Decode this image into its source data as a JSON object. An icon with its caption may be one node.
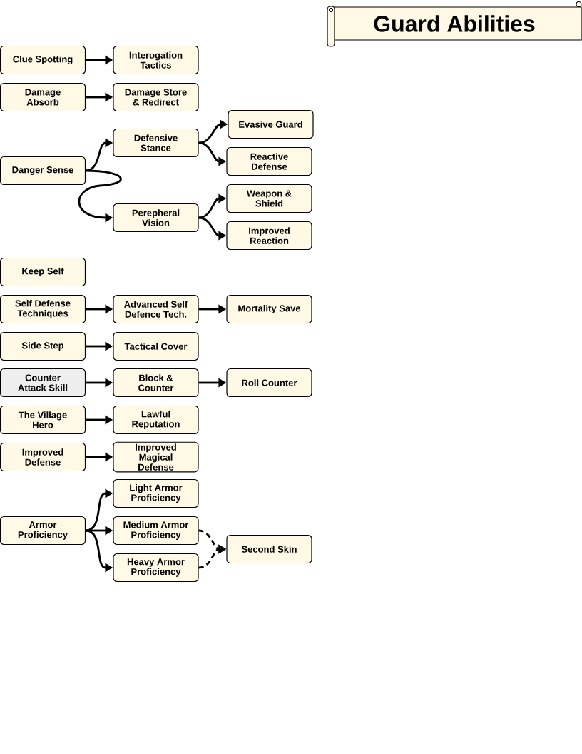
{
  "diagram": {
    "title": "Guard Abilities",
    "nodes": [
      {
        "text": [
          "Clue Spotting"
        ]
      },
      {
        "text": [
          "Interogation Tactics"
        ]
      },
      {
        "text": [
          "Damage Absorb"
        ]
      },
      {
        "text": [
          "Damage Store & Redirect"
        ]
      },
      {
        "text": [
          "Danger Sense"
        ]
      },
      {
        "text": [
          "Defensive Stance"
        ]
      },
      {
        "text": [
          "Evasive Guard"
        ]
      },
      {
        "text": [
          "Reactive Defense"
        ]
      },
      {
        "text": [
          "Perepheral Vision"
        ]
      },
      {
        "text": [
          "Weapon & Shield"
        ]
      },
      {
        "text": [
          "Improved Reaction"
        ]
      },
      {
        "text": [
          "Keep Self"
        ]
      },
      {
        "text": [
          "Self Defense Techniques"
        ]
      },
      {
        "text": [
          "Advanced Self Defence Tech."
        ]
      },
      {
        "text": [
          "Mortality Save"
        ]
      },
      {
        "text": [
          "Side Step"
        ]
      },
      {
        "text": [
          "Tactical Cover"
        ]
      },
      {
        "text": [
          "Counter Attack Skill"
        ]
      },
      {
        "text": [
          "Block & Counter"
        ]
      },
      {
        "text": [
          "Roll Counter"
        ]
      },
      {
        "text": [
          "The Village Hero"
        ]
      },
      {
        "text": [
          "Lawful Reputation"
        ]
      },
      {
        "text": [
          "Improved Defense"
        ]
      },
      {
        "text": [
          "Improved Magical Defense"
        ]
      },
      {
        "text": [
          "Armor Proficiency"
        ]
      },
      {
        "text": [
          "Light Armor Proficiency"
        ]
      },
      {
        "text": [
          "Medium Armor Proficiency"
        ]
      },
      {
        "text": [
          "Heavy Armor Proficiency"
        ]
      },
      {
        "text": [
          "Second Skin"
        ]
      }
    ],
    "edges": [
      {
        "from": 0,
        "to": 1,
        "arrow": "to"
      },
      {
        "from": 2,
        "to": 3,
        "arrow": "to"
      },
      {
        "from": 4,
        "to": 5,
        "arrow": "to"
      },
      {
        "from": 4,
        "to": 8,
        "arrow": "to"
      },
      {
        "from": 5,
        "to": 6,
        "arrow": "to"
      },
      {
        "from": 5,
        "to": 7,
        "arrow": "to"
      },
      {
        "from": 8,
        "to": 9,
        "arrow": "to"
      },
      {
        "from": 8,
        "to": 10,
        "arrow": "to"
      },
      {
        "from": 12,
        "to": 13,
        "arrow": "to"
      },
      {
        "from": 13,
        "to": 14,
        "arrow": "to"
      },
      {
        "from": 15,
        "to": 16,
        "arrow": "to"
      },
      {
        "from": 17,
        "to": 18,
        "arrow": "to"
      },
      {
        "from": 18,
        "to": 19,
        "arrow": "to"
      },
      {
        "from": 20,
        "to": 21,
        "arrow": "to"
      },
      {
        "from": 22,
        "to": 23,
        "arrow": "to"
      },
      {
        "from": 24,
        "to": 25,
        "arrow": "to"
      },
      {
        "from": 24,
        "to": 26,
        "arrow": "to"
      },
      {
        "from": 24,
        "to": 27,
        "arrow": "to"
      },
      {
        "from": 26,
        "to": 28,
        "arrow": "to",
        "style": "dashed"
      },
      {
        "from": 27,
        "to": 28,
        "arrow": "to",
        "style": "dashed"
      }
    ]
  }
}
